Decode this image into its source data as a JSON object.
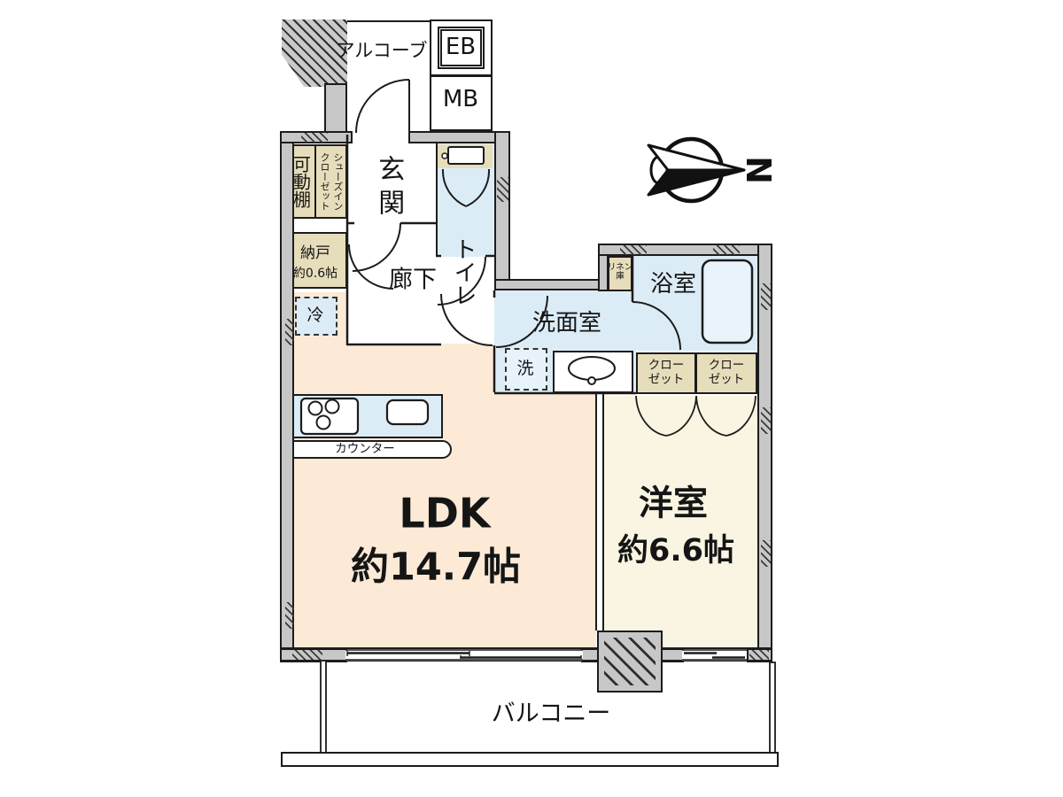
{
  "compass": {
    "north_label": "N"
  },
  "rooms": {
    "alcove": {
      "label": "アルコーブ"
    },
    "eb": {
      "label": "EB"
    },
    "mb": {
      "label": "MB"
    },
    "genkan": {
      "label": "玄関"
    },
    "movable_shelf": {
      "label": "可動棚"
    },
    "shoes_in_closet": {
      "label": "シューズイン\nクローゼット"
    },
    "nando": {
      "label": "納戸",
      "size": "約0.6帖"
    },
    "toilet": {
      "label": "トイレ"
    },
    "hallway": {
      "label": "廊下"
    },
    "refrigerator": {
      "label": "冷"
    },
    "washroom": {
      "label": "洗面室"
    },
    "washer": {
      "label": "洗"
    },
    "linen": {
      "label": "リネン\n庫"
    },
    "bathroom": {
      "label": "浴室"
    },
    "closet_left": {
      "label": "クロー\nゼット"
    },
    "closet_right": {
      "label": "クロー\nゼット"
    },
    "ldk": {
      "label": "LDK",
      "size": "約14.7帖"
    },
    "western_room": {
      "label": "洋室",
      "size": "約6.6帖"
    },
    "kitchen_counter": {
      "label": "カウンター"
    },
    "balcony": {
      "label": "バルコニー"
    }
  },
  "colors": {
    "wall": "#c7c7c7",
    "outline": "#1c1c1c",
    "room_blue": "#dcecf7",
    "room_beige": "#e6ddbb",
    "ldk_floor": "#fcead6",
    "bedroom_floor": "#faf5e2"
  }
}
